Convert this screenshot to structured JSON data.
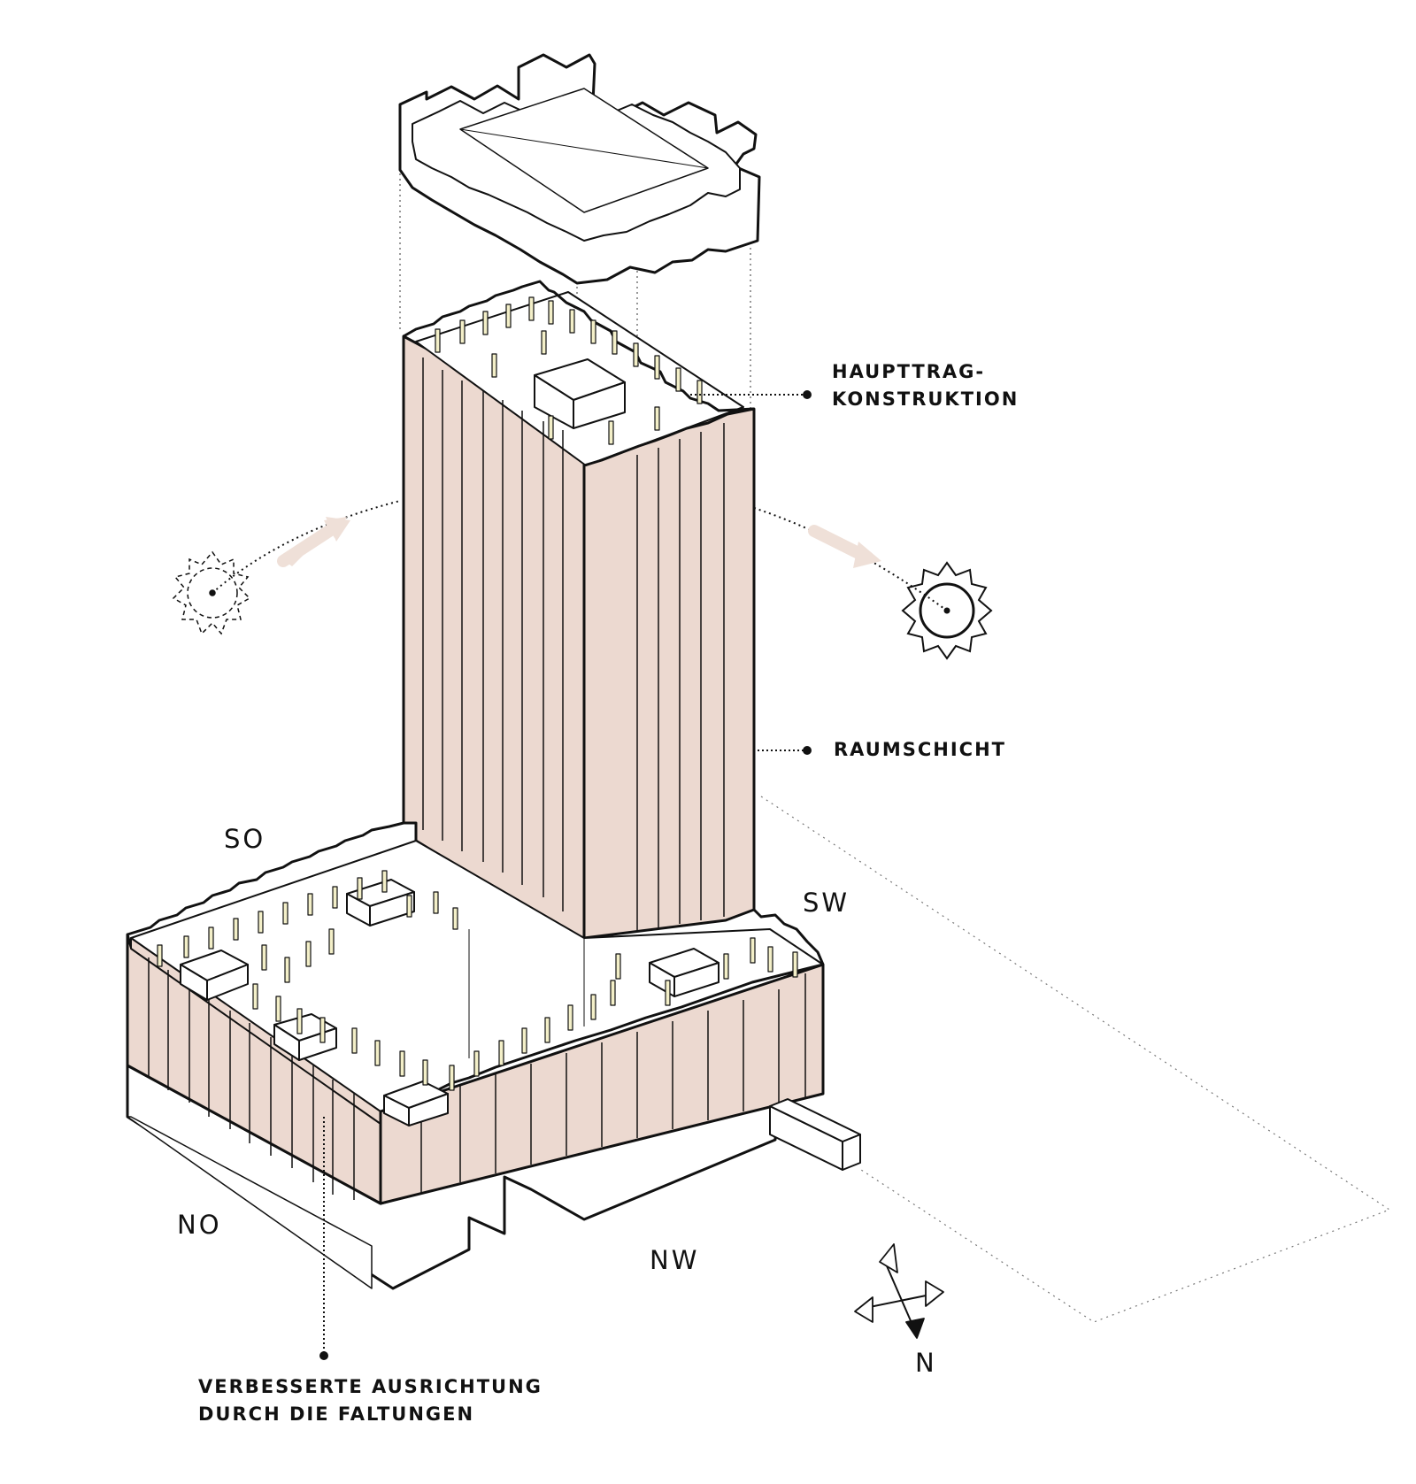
{
  "labels": {
    "haupttrag_line1": "HAUPTTRAG-",
    "haupttrag_line2": "KONSTRUKTION",
    "raumschicht": "RAUMSCHICHT",
    "verbesserte_line1": "VERBESSERTE AUSRICHTUNG",
    "verbesserte_line2": "DURCH DIE FALTUNGEN"
  },
  "orientation": {
    "so": "SO",
    "sw": "SW",
    "no": "NO",
    "nw": "NW",
    "north": "N"
  },
  "colors": {
    "facade": "#ecd9d0",
    "column": "#f3efc8",
    "sun_path_arrow": "#efe0d8",
    "line": "#111111"
  },
  "icons": {
    "morning_sun": "sun-dashed-icon",
    "evening_sun": "sun-icon",
    "compass": "compass-icon"
  }
}
